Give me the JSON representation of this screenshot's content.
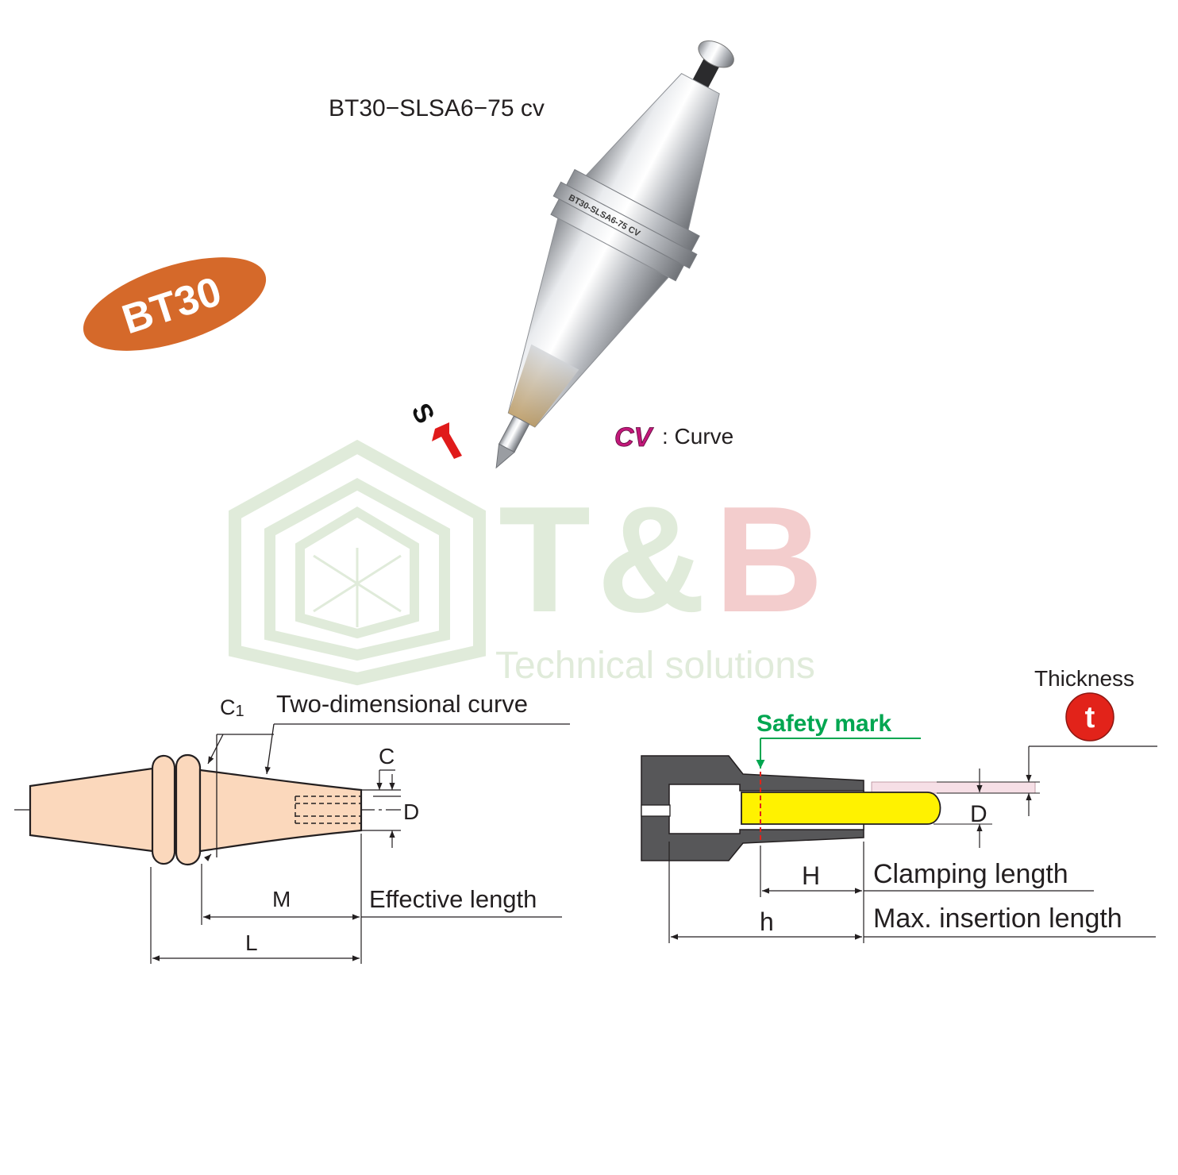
{
  "product": {
    "model": "BT30−SLSA6−75 cv",
    "series_badge": "BT30",
    "engraving": "BT30-SLSA6-75 CV",
    "s_marker": "S",
    "cv_symbol": "CV",
    "cv_meaning": ": Curve"
  },
  "watermark": {
    "brand_t": "T",
    "brand_amp": "&",
    "brand_b": "B",
    "tagline": "Technical solutions"
  },
  "left_diagram": {
    "curve_label": "Two-dimensional curve",
    "c1_label": "C",
    "c1_sub": "1",
    "c_label": "C",
    "d_label": "D",
    "m_label": "M",
    "l_label": "L",
    "effective_length_label": "Effective length"
  },
  "right_diagram": {
    "safety_mark_label": "Safety mark",
    "thickness_label": "Thickness",
    "thickness_symbol": "t",
    "d_label": "D",
    "h_upper_label": "H",
    "h_lower_label": "h",
    "clamping_length_label": "Clamping length",
    "max_insertion_label": "Max. insertion length"
  },
  "colors": {
    "badge": "#d5692a",
    "body_fill": "#fbd8bc",
    "insert_yellow": "#fff200",
    "safety_green": "#00a650",
    "thickness_red": "#e2231a",
    "cv_magenta": "#c2187a",
    "arrow_red": "#e01b1b",
    "holder_gray": "#575759",
    "watermark_green": "#dde9d7",
    "watermark_pink": "#f2c8c8"
  }
}
